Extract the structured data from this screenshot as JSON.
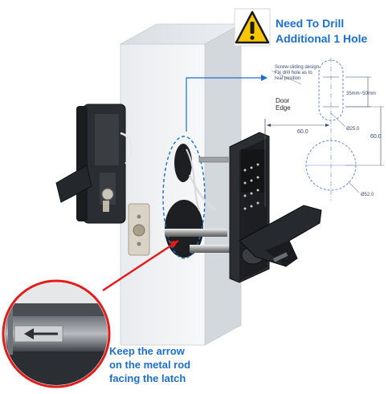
{
  "warning": {
    "line1": "Need To Drill",
    "line2": "Additional 1 Hole",
    "icon": "warning-triangle-icon",
    "icon_color": "#f7c600"
  },
  "diagram": {
    "note_line1": "Screw-sliding design.",
    "note_line2": "Fix drill hole as to",
    "note_line3": "real position",
    "door_edge_line1": "Door",
    "door_edge_line2": "Edge",
    "dim_spacing": "35mm~50mm",
    "dim_offset_a": "60.0",
    "dim_offset_b": "60.0",
    "dim_small_hole": "Ø25.0",
    "dim_large_hole": "Ø52.0"
  },
  "callout": {
    "line1": "Keep the arrow",
    "line2": "on the metal rod",
    "line3": "facing the latch",
    "accent": "#1c6fd1",
    "circle_color": "#e21b1b"
  }
}
